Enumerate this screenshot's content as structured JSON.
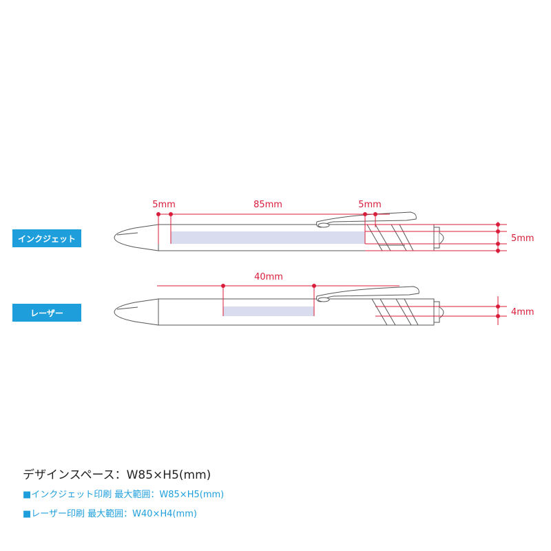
{
  "colors": {
    "accent_blue": "#1e9fdc",
    "dimension_red": "#d81c3a",
    "print_area": "#d8dcee",
    "outline": "#555555"
  },
  "labels": {
    "inkjet": "インクジェット",
    "laser": "レーザー"
  },
  "inkjet_dims": {
    "left_margin": "5mm",
    "width": "85mm",
    "right_margin": "5mm",
    "height": "5mm"
  },
  "laser_dims": {
    "width": "40mm",
    "height": "4mm"
  },
  "captions": {
    "design_space": "デザインスペース：W85×H5(mm)",
    "inkjet_note": "■インクジェット印刷 最大範囲：W85×H5(mm)",
    "laser_note": "■レーザー印刷 最大範囲：W40×H4(mm)"
  }
}
